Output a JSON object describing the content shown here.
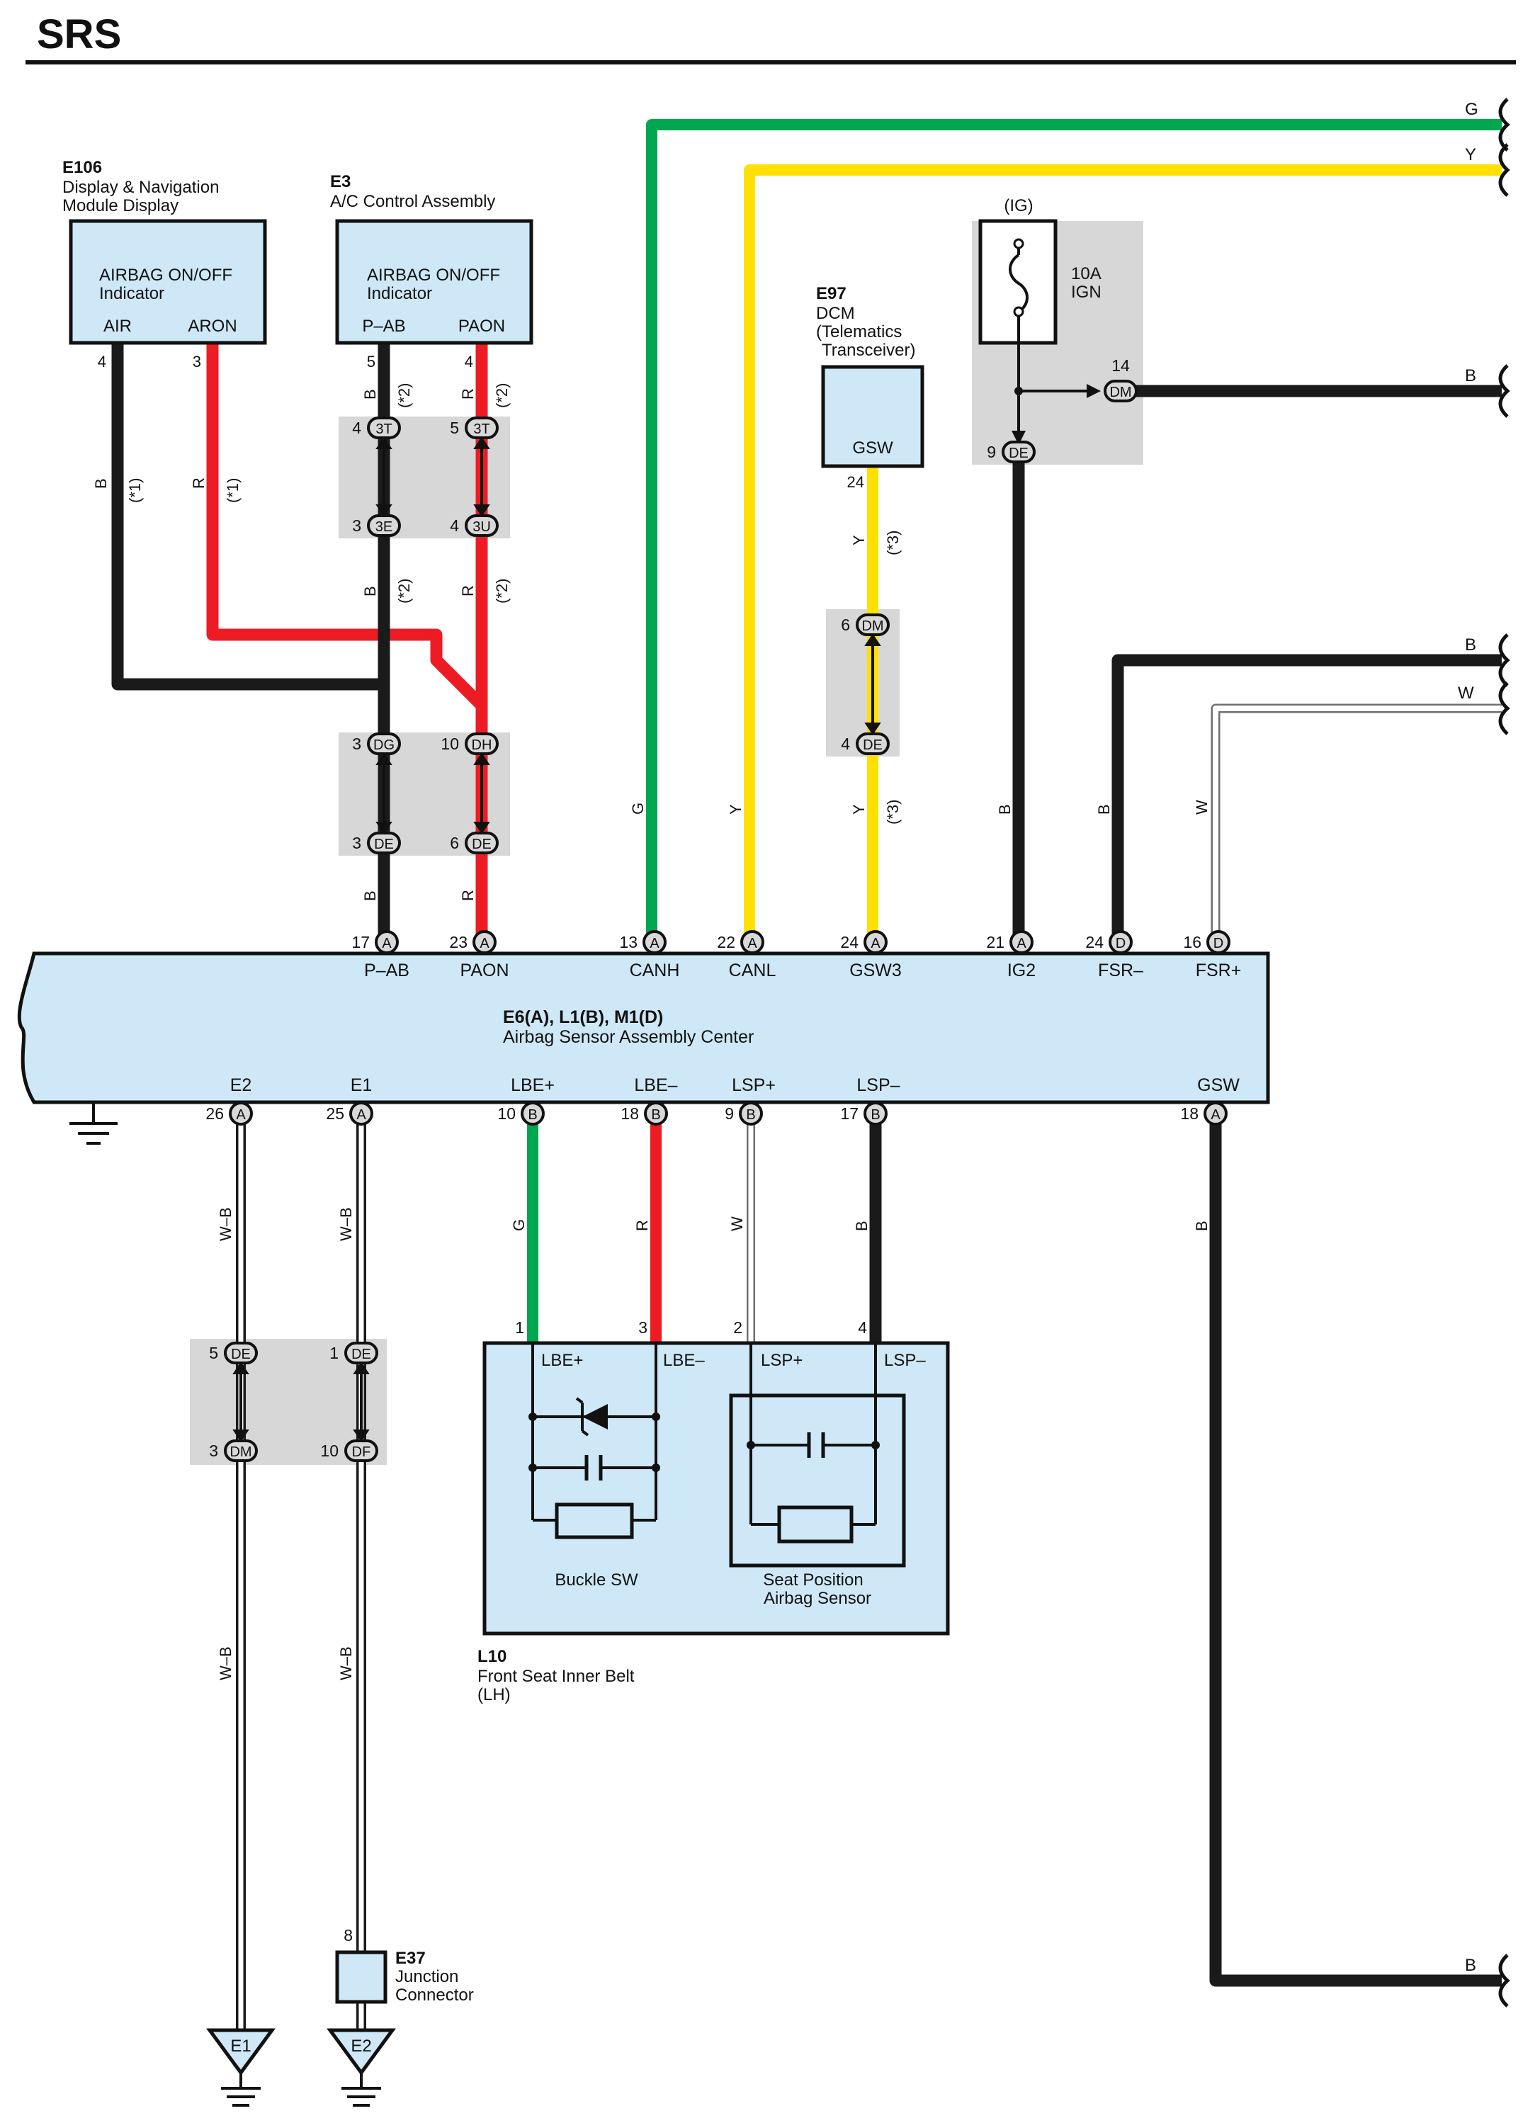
{
  "title": "SRS",
  "colors": {
    "G": "#00a650",
    "Y": "#ffe000",
    "R": "#ed1c24",
    "B": "#1a1a1a",
    "W": "#ffffff",
    "component_fill": "#cfe8f7",
    "splice_fill": "#d7d7d7"
  },
  "components": {
    "e106": {
      "code": "E106",
      "name1": "Display & Navigation",
      "name2": "Module Display",
      "inner1": "AIRBAG ON/OFF",
      "inner2": "Indicator",
      "pin1": "AIR",
      "pin2": "ARON",
      "pin1_no": "4",
      "pin2_no": "3"
    },
    "e3": {
      "code": "E3",
      "name1": "A/C Control Assembly",
      "inner1": "AIRBAG ON/OFF",
      "inner2": "Indicator",
      "pin1": "P–AB",
      "pin2": "PAON",
      "pin1_no": "5",
      "pin2_no": "4"
    },
    "e97": {
      "code": "E97",
      "name1": "DCM",
      "name2": "(Telematics",
      "name3": "Transceiver)",
      "pin": "GSW",
      "pin_no": "24"
    },
    "fuse": {
      "label": "(IG)",
      "rating": "10A",
      "name": "IGN"
    },
    "main": {
      "code": "E6(A), L1(B), M1(D)",
      "name": "Airbag Sensor Assembly Center"
    },
    "l10": {
      "code": "L10",
      "name1": "Front Seat Inner Belt",
      "name2": "(LH)",
      "buckle": "Buckle SW",
      "seat1": "Seat Position",
      "seat2": "Airbag Sensor",
      "pins": [
        "LBE+",
        "LBE–",
        "LSP+",
        "LSP–"
      ],
      "pin_nos": [
        "1",
        "3",
        "2",
        "4"
      ]
    },
    "e37": {
      "code": "E37",
      "name1": "Junction",
      "name2": "Connector",
      "pin_no": "8"
    }
  },
  "main_top_pins": [
    {
      "num": "17",
      "conn": "A",
      "name": "P–AB"
    },
    {
      "num": "23",
      "conn": "A",
      "name": "PAON"
    },
    {
      "num": "13",
      "conn": "A",
      "name": "CANH"
    },
    {
      "num": "22",
      "conn": "A",
      "name": "CANL"
    },
    {
      "num": "24",
      "conn": "A",
      "name": "GSW3"
    },
    {
      "num": "21",
      "conn": "A",
      "name": "IG2"
    },
    {
      "num": "24",
      "conn": "D",
      "name": "FSR–"
    },
    {
      "num": "16",
      "conn": "D",
      "name": "FSR+"
    }
  ],
  "main_bottom_pins": [
    {
      "num": "26",
      "conn": "A",
      "name": "E2"
    },
    {
      "num": "25",
      "conn": "A",
      "name": "E1"
    },
    {
      "num": "10",
      "conn": "B",
      "name": "LBE+"
    },
    {
      "num": "18",
      "conn": "B",
      "name": "LBE–"
    },
    {
      "num": "9",
      "conn": "B",
      "name": "LSP+"
    },
    {
      "num": "17",
      "conn": "B",
      "name": "LSP–"
    },
    {
      "num": "18",
      "conn": "A",
      "name": "GSW"
    }
  ],
  "junctions": {
    "j3t_a": {
      "num": "4",
      "code": "3T"
    },
    "j3t_b": {
      "num": "5",
      "code": "3T"
    },
    "j3e": {
      "num": "3",
      "code": "3E"
    },
    "j3u": {
      "num": "4",
      "code": "3U"
    },
    "jdg": {
      "num": "3",
      "code": "DG"
    },
    "jdh": {
      "num": "10",
      "code": "DH"
    },
    "jde_a": {
      "num": "3",
      "code": "DE"
    },
    "jde_b": {
      "num": "6",
      "code": "DE"
    },
    "jdm_e97": {
      "num": "6",
      "code": "DM"
    },
    "jde_e97": {
      "num": "4",
      "code": "DE"
    },
    "jdm_fuse": {
      "num": "14",
      "code": "DM"
    },
    "jde_fuse": {
      "num": "9",
      "code": "DE"
    },
    "jde_l1": {
      "num": "5",
      "code": "DE"
    },
    "jdm_l": {
      "num": "3",
      "code": "DM"
    },
    "jde_l2": {
      "num": "1",
      "code": "DE"
    },
    "jdf": {
      "num": "10",
      "code": "DF"
    }
  },
  "wire_labels": {
    "b": "B",
    "r": "R",
    "g": "G",
    "y": "Y",
    "w": "W",
    "wb": "W–B",
    "n1": "(*1)",
    "n2": "(*2)",
    "n3": "(*3)"
  },
  "ground_labels": {
    "e1": "E1",
    "e2": "E2"
  },
  "edge_labels": {
    "g": "G",
    "y": "Y",
    "b1": "B",
    "b2": "B",
    "w": "W",
    "b3": "B"
  }
}
